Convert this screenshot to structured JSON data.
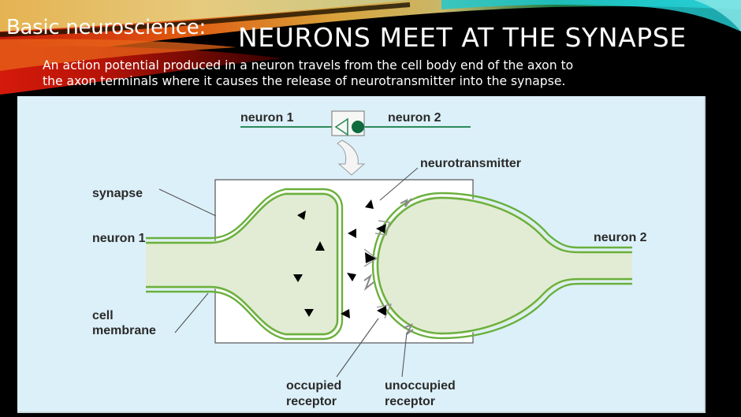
{
  "slide": {
    "prefix": "Basic neuroscience:",
    "title": "NEURONS MEET AT THE SYNAPSE",
    "body_lines": [
      "An action potential produced in a neuron travels from the cell body end of the axon to",
      "the axon terminals where it causes the release of neurotransmitter into the synapse."
    ]
  },
  "diagram": {
    "schematic": {
      "left_label": "neuron 1",
      "right_label": "neuron 2"
    },
    "labels": {
      "synapse": "synapse",
      "neuron1": "neuron 1",
      "cell_line1": "cell",
      "cell_line2": "membrane",
      "neurotransmitter": "neurotransmitter",
      "neuron2": "neuron 2",
      "occupied_line1": "occupied",
      "occupied_line2": "receptor",
      "unoccupied_line1": "unoccupied",
      "unoccupied_line2": "receptor"
    },
    "icons": {
      "zoom_arrow": "curved-down-arrow-icon",
      "synapse_symbol": "synapse-triangle-icon",
      "dendrite_dot": "filled-circle-icon"
    },
    "colors": {
      "panel_bg": "#dcf0f9",
      "membrane": "#6ab03c",
      "cytoplasm": "#e2ecd4",
      "schematic_line": "#2e8a5a",
      "schematic_dot": "#0f6b3e"
    }
  }
}
